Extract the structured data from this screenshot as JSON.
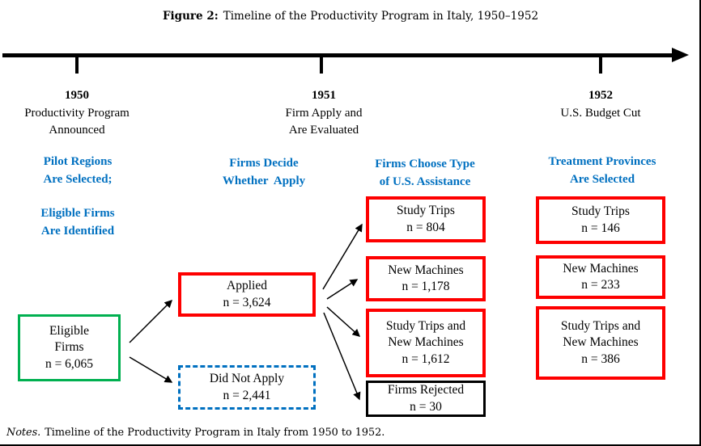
{
  "title": {
    "label": "Figure 2:",
    "text": "Timeline of the Productivity Program in Italy, 1950–1952"
  },
  "timeline": {
    "milestones": [
      {
        "year": "1950",
        "lines": [
          "Productivity Program",
          "Announced"
        ]
      },
      {
        "year": "1951",
        "lines": [
          "Firm Apply and",
          "Are Evaluated"
        ]
      },
      {
        "year": "1952",
        "lines": [
          "U.S. Budget Cut"
        ]
      }
    ]
  },
  "stage_headers": [
    {
      "lines": [
        "Pilot Regions",
        "Are Selected;"
      ]
    },
    {
      "lines": [
        "Eligible Firms",
        "Are Identified"
      ]
    },
    {
      "lines": [
        "Firms Decide",
        "Whether  Apply"
      ]
    },
    {
      "lines": [
        "Firms Choose Type",
        "of U.S. Assistance"
      ]
    },
    {
      "lines": [
        "Treatment Provinces",
        "Are Selected"
      ]
    }
  ],
  "flow": {
    "eligible": {
      "lines": [
        "Eligible",
        "Firms",
        "n = 6,065"
      ]
    },
    "applied": {
      "lines": [
        "Applied",
        "n = 3,624"
      ]
    },
    "did_not_apply": {
      "lines": [
        "Did Not Apply",
        "n = 2,441"
      ]
    },
    "assistance_1951": [
      {
        "lines": [
          "Study Trips",
          "n = 804"
        ]
      },
      {
        "lines": [
          "New Machines",
          "n = 1,178"
        ]
      },
      {
        "lines": [
          "Study Trips and",
          "New Machines",
          "n = 1,612"
        ]
      },
      {
        "lines": [
          "Firms Rejected",
          "n = 30"
        ]
      }
    ],
    "assistance_1952": [
      {
        "lines": [
          "Study Trips",
          "n = 146"
        ]
      },
      {
        "lines": [
          "New Machines",
          "n = 233"
        ]
      },
      {
        "lines": [
          "Study Trips and",
          "New Machines",
          "n = 386"
        ]
      }
    ]
  },
  "notes": {
    "label": "Notes.",
    "text": "Timeline of the Productivity Program in Italy from 1950 to 1952."
  },
  "colors": {
    "accent_blue": "#0070C0",
    "box_red": "#FE0000",
    "box_green": "#00B050",
    "box_black": "#000000",
    "timeline_black": "#000000"
  }
}
